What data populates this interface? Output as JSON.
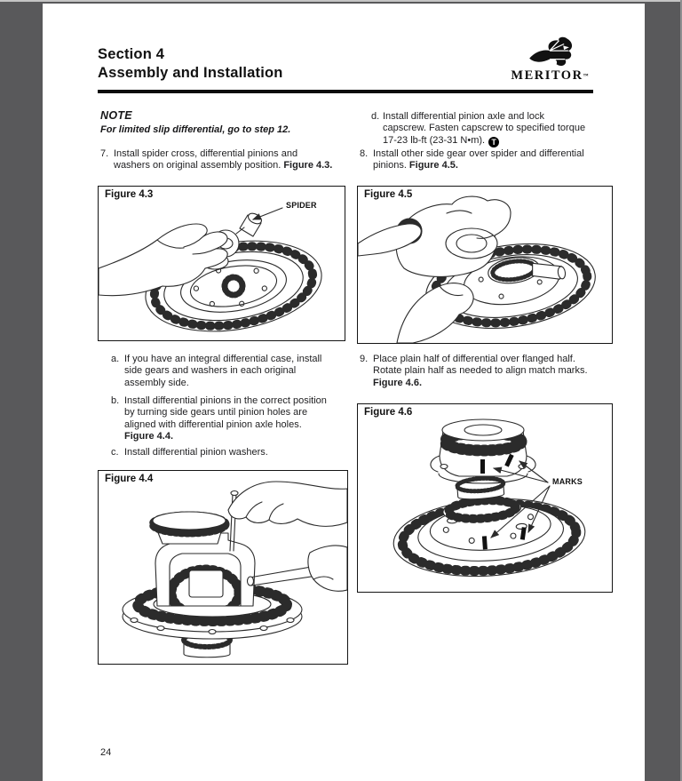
{
  "header": {
    "title_line1": "Section 4",
    "title_line2": "Assembly and Installation",
    "brand": "MERITOR",
    "brand_tm": "™"
  },
  "note": {
    "label": "NOTE",
    "body": "For limited slip differential, go to step 12."
  },
  "steps": {
    "s7": {
      "num": "7.",
      "lines": [
        "Install spider cross, differential pinions and",
        "washers on original assembly position."
      ],
      "ref": "Figure 4.3."
    },
    "sd": {
      "num": "d.",
      "lines": [
        "Install differential pinion axle and lock",
        "capscrew. Fasten capscrew to specified torque",
        "17-23 lb-ft (23-31 N•m)."
      ],
      "torque": "T"
    },
    "s8": {
      "num": "8.",
      "lines": [
        "Install other side gear over spider and differential",
        "pinions."
      ],
      "ref": "Figure 4.5."
    },
    "sa": {
      "num": "a.",
      "lines": [
        "If you have an integral differential case, install",
        "side gears and washers in each original",
        "assembly side."
      ]
    },
    "sb": {
      "num": "b.",
      "lines": [
        "Install differential pinions in the correct position",
        "by turning side gears until pinion holes are",
        "aligned with differential pinion axle holes."
      ],
      "ref": "Figure 4.4."
    },
    "sc": {
      "num": "c.",
      "lines": [
        "Install differential pinion washers."
      ]
    },
    "s9": {
      "num": "9.",
      "lines": [
        "Place plain half of differential over flanged half.",
        "Rotate plain half as needed to align match marks."
      ],
      "ref": "Figure 4.6."
    }
  },
  "figures": {
    "f43": {
      "label": "Figure 4.3",
      "annotation": "SPIDER"
    },
    "f44": {
      "label": "Figure 4.4"
    },
    "f45": {
      "label": "Figure 4.5"
    },
    "f46": {
      "label": "Figure 4.6",
      "annotation": "MARKS"
    }
  },
  "footer": {
    "page_number": "24"
  }
}
